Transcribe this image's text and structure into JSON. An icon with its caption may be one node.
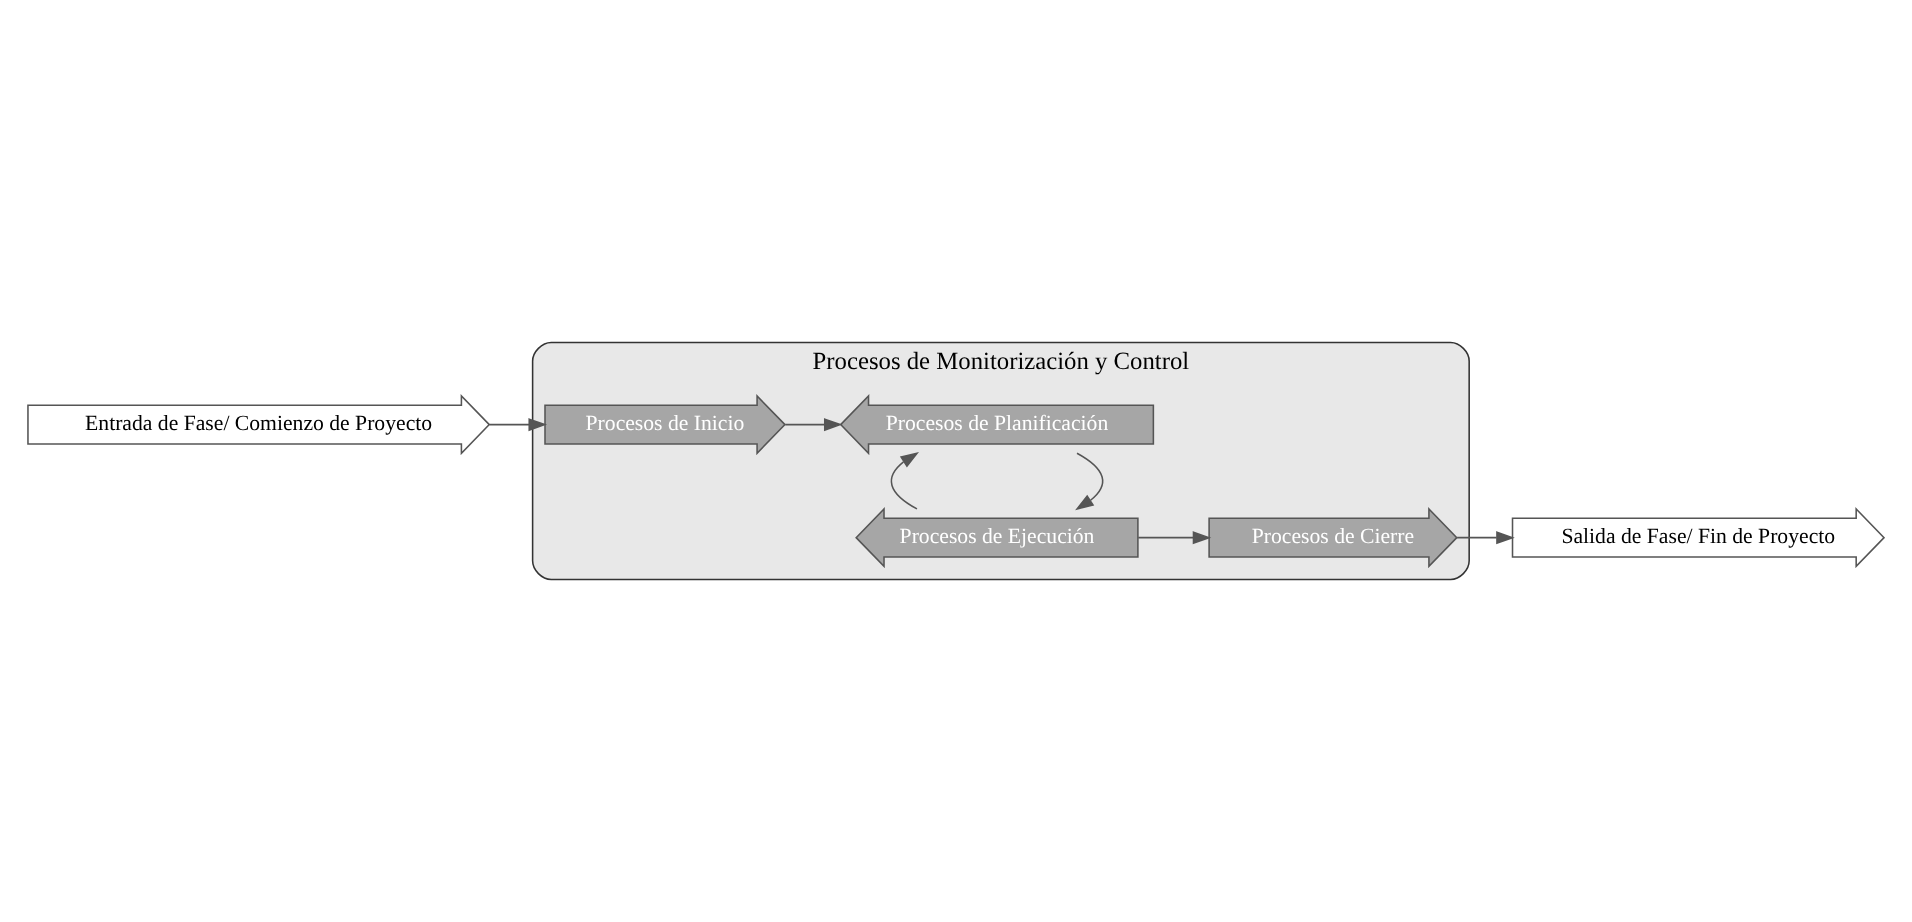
{
  "diagram": {
    "nodes": [
      {
        "text": [
          "Entrada de Fase/ Comienzo de Proyecto"
        ]
      },
      {
        "text": [
          "Procesos de Monitorización y Control"
        ]
      },
      {
        "text": [
          "Procesos de Inicio"
        ],
        "in": 1
      },
      {
        "text": [
          "Procesos de Planificación"
        ],
        "in": 1
      },
      {
        "text": [
          "Procesos de Ejecución"
        ],
        "in": 1
      },
      {
        "text": [
          "Procesos de Cierre"
        ],
        "in": 1
      },
      {
        "text": [
          "Salida de Fase/ Fin de Proyecto"
        ]
      }
    ],
    "edges": [
      {
        "from": 0,
        "to": 2,
        "arrow": "to"
      },
      {
        "from": 2,
        "to": 3,
        "arrow": "to"
      },
      {
        "from": 3,
        "to": 4,
        "arrow": "to"
      },
      {
        "from": 4,
        "to": 3,
        "arrow": "to"
      },
      {
        "from": 4,
        "to": 5,
        "arrow": "to"
      },
      {
        "from": 5,
        "to": 6,
        "arrow": "to"
      }
    ]
  }
}
